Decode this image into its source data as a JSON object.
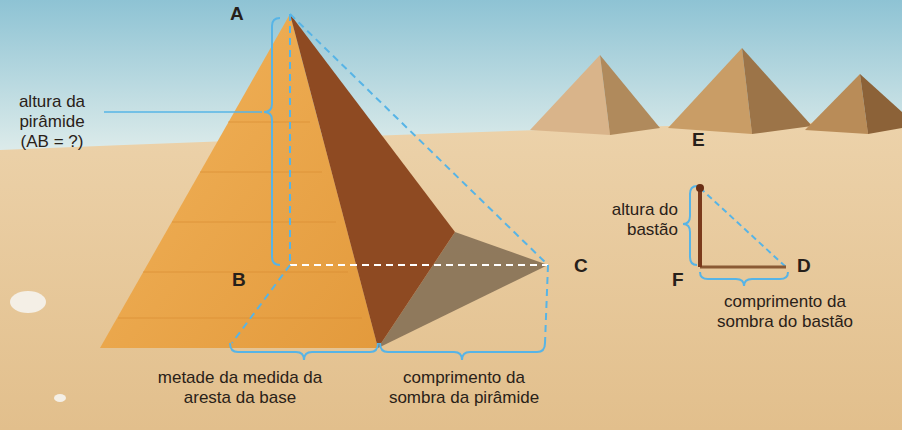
{
  "diagram": {
    "labels": [
      "A",
      "altura da pirâmide (AB = ?)",
      "B",
      "C",
      "E",
      "altura do bastão",
      "F",
      "D",
      "comprimento da sombra do bastão",
      "metade da medida da aresta da base",
      "comprimento da sombra da pirâmide"
    ]
  }
}
